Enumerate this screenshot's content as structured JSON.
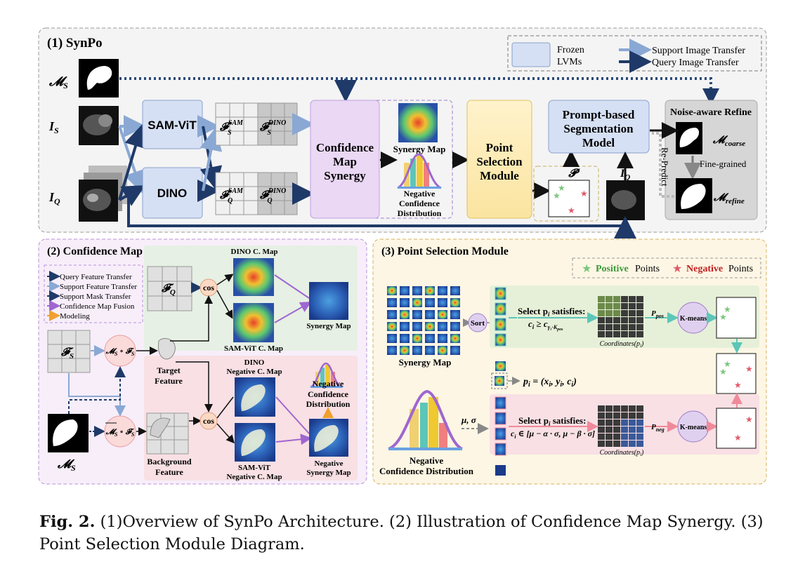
{
  "panel1": {
    "title": "(1) SynPo",
    "legend": {
      "frozen": [
        "Frozen",
        "LVMs"
      ],
      "support": "Support Image Transfer",
      "query": "Query Image Transfer"
    },
    "ms": "𝓜",
    "ms_sub": "S",
    "is": "I",
    "is_sub": "S",
    "iq": "I",
    "iq_sub": "Q",
    "sam": "SAM-ViT",
    "dino": "DINO",
    "fs_sam": "𝓕",
    "fs_sam_sub": "S",
    "fs_sam_sup": "SAM",
    "fs_dino": "𝓕",
    "fs_dino_sub": "S",
    "fs_dino_sup": "DINO",
    "fq_sam": "𝓕",
    "fq_sam_sub": "Q",
    "fq_sam_sup": "SAM",
    "fq_dino": "𝓕",
    "fq_dino_sub": "Q",
    "fq_dino_sup": "DINO",
    "cms": [
      "Confidence",
      "Map",
      "Synergy"
    ],
    "synergy_map": "Synergy Map",
    "neg_conf": [
      "Negative",
      "Confidence",
      "Distribution"
    ],
    "psm": [
      "Point",
      "Selection",
      "Module"
    ],
    "pbsm": [
      "Prompt-based",
      "Segmentation",
      "Model"
    ],
    "p": "𝓟",
    "iq2": "I",
    "iq2_sub": "Q",
    "repredict": "Re-Predict",
    "noise": "Noise-aware Refine",
    "mcoarse": "𝓜",
    "mcoarse_sub": "coarse",
    "finegrained": "Fine-grained",
    "mrefine": "𝓜",
    "mrefine_sub": "refine"
  },
  "panel2": {
    "title": "(2) Confidence Map Synergy",
    "legend": [
      "Query Feature Transfer",
      "Support Feature Transfer",
      "Support Mask Transfer",
      "Confidence Map Fusion",
      "Modeling"
    ],
    "fq": "𝓕",
    "fq_sub": "Q",
    "cos1": "cos",
    "dino_cmap": "DINO C. Map",
    "sam_cmap": "SAM-ViT C. Map",
    "synergy": "Synergy Map",
    "fs": "𝓕",
    "fs_sub": "S",
    "ms_fs": "𝓜",
    "ms_fs_s1": "S",
    "ms_fs_op": " ∘ 𝓕",
    "ms_fs_s2": "S",
    "target": [
      "Target",
      "Feature"
    ],
    "dino_neg": [
      "DINO",
      "Negative C. Map"
    ],
    "neg_dist": [
      "Negative",
      "Confidence",
      "Distribution"
    ],
    "cos2": "cos",
    "msbar_fs": "𝓜",
    "msbar_fs_s1": "S",
    "msbar_fs_op": " ∘ 𝓕",
    "msbar_fs_s2": "S",
    "background": [
      "Background",
      "Feature"
    ],
    "sam_neg": [
      "SAM-ViT",
      "Negative C. Map"
    ],
    "neg_syn": [
      "Negative",
      "Synergy Map"
    ],
    "ms": "𝓜",
    "ms_sub": "S"
  },
  "panel3": {
    "title": "(3) Point Selection Module",
    "pos_label": "Positive",
    "neg_label": "Negative",
    "points": "Points",
    "synergy_map": "Synergy Map",
    "sort": "Sort",
    "select1": "Select p",
    "select1_sub": "i",
    "select1_end": " satisfies:",
    "cond1": "c",
    "cond1_sub": "i",
    "cond1_rest": " ≥ c",
    "cond1_sub2": "γ₁·K",
    "cond1_sub3": "pos",
    "coords": "Coordinates(p",
    "coords_sub": "i",
    "coords_end": ")",
    "ppos": "P",
    "ppos_sub": "pos",
    "kmeans1": "K-means",
    "pi": "p",
    "pi_sub": "i",
    "pi_rest": " = (x",
    "pi_rest2": ", y",
    "pi_rest3": ", c",
    "pi_end": ")",
    "musigma": "μ, σ",
    "select2": "Select p",
    "select2_sub": "i",
    "select2_end": " satisfies:",
    "cond2": "c",
    "cond2_sub": "i",
    "cond2_rest": " ∈ [μ − α · σ, μ − β · σ]",
    "pneg": "P",
    "pneg_sub": "neg",
    "kmeans2": "K-means",
    "neg_dist": [
      "Negative",
      "Confidence Distribution"
    ]
  },
  "caption": {
    "label": "Fig. 2.",
    "text": "(1)Overview of SynPo Architecture. (2) Illustration of Confidence Map Synergy. (3) Point Selection Module Diagram."
  },
  "colors": {
    "support_arrow": "#8aa8d4",
    "query_arrow": "#1f3a68",
    "fusion": "#a066d0",
    "positive_star": "#7bc67a",
    "negative_star": "#e05a6a"
  }
}
